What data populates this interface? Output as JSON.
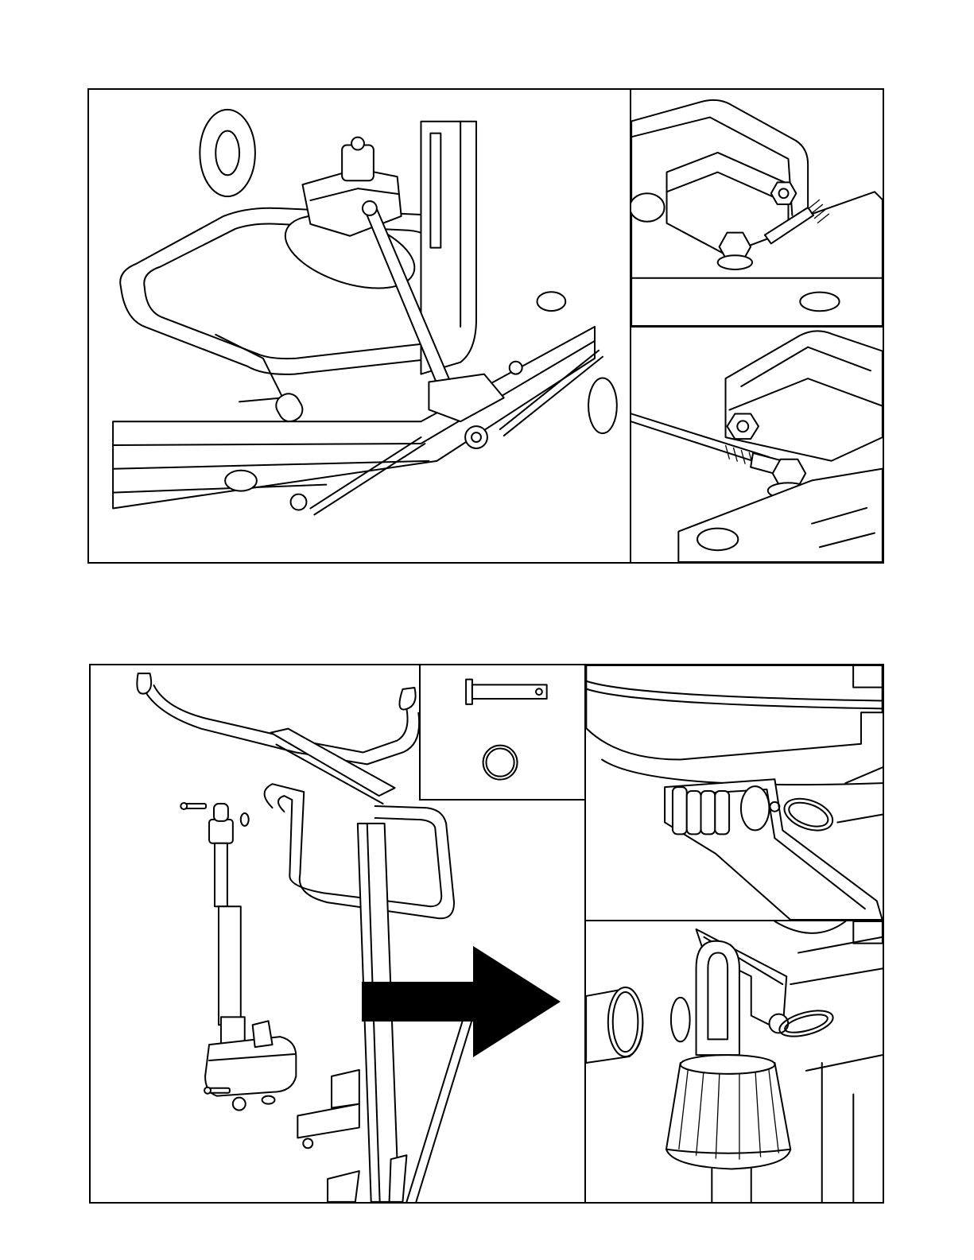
{
  "figures": [
    {
      "id": "figure-1",
      "panels": [
        "main-view",
        "detail-left-bracket",
        "detail-right-bracket"
      ]
    },
    {
      "id": "figure-2",
      "panels": [
        "main-view",
        "parts-inset",
        "detail-top-bracket",
        "detail-actuator-cap"
      ],
      "parts": [
        "clevis-pin",
        "split-ring"
      ]
    }
  ],
  "colors": {
    "line": "#000000",
    "background": "#ffffff"
  },
  "icons": [
    "arrow-right-icon"
  ]
}
